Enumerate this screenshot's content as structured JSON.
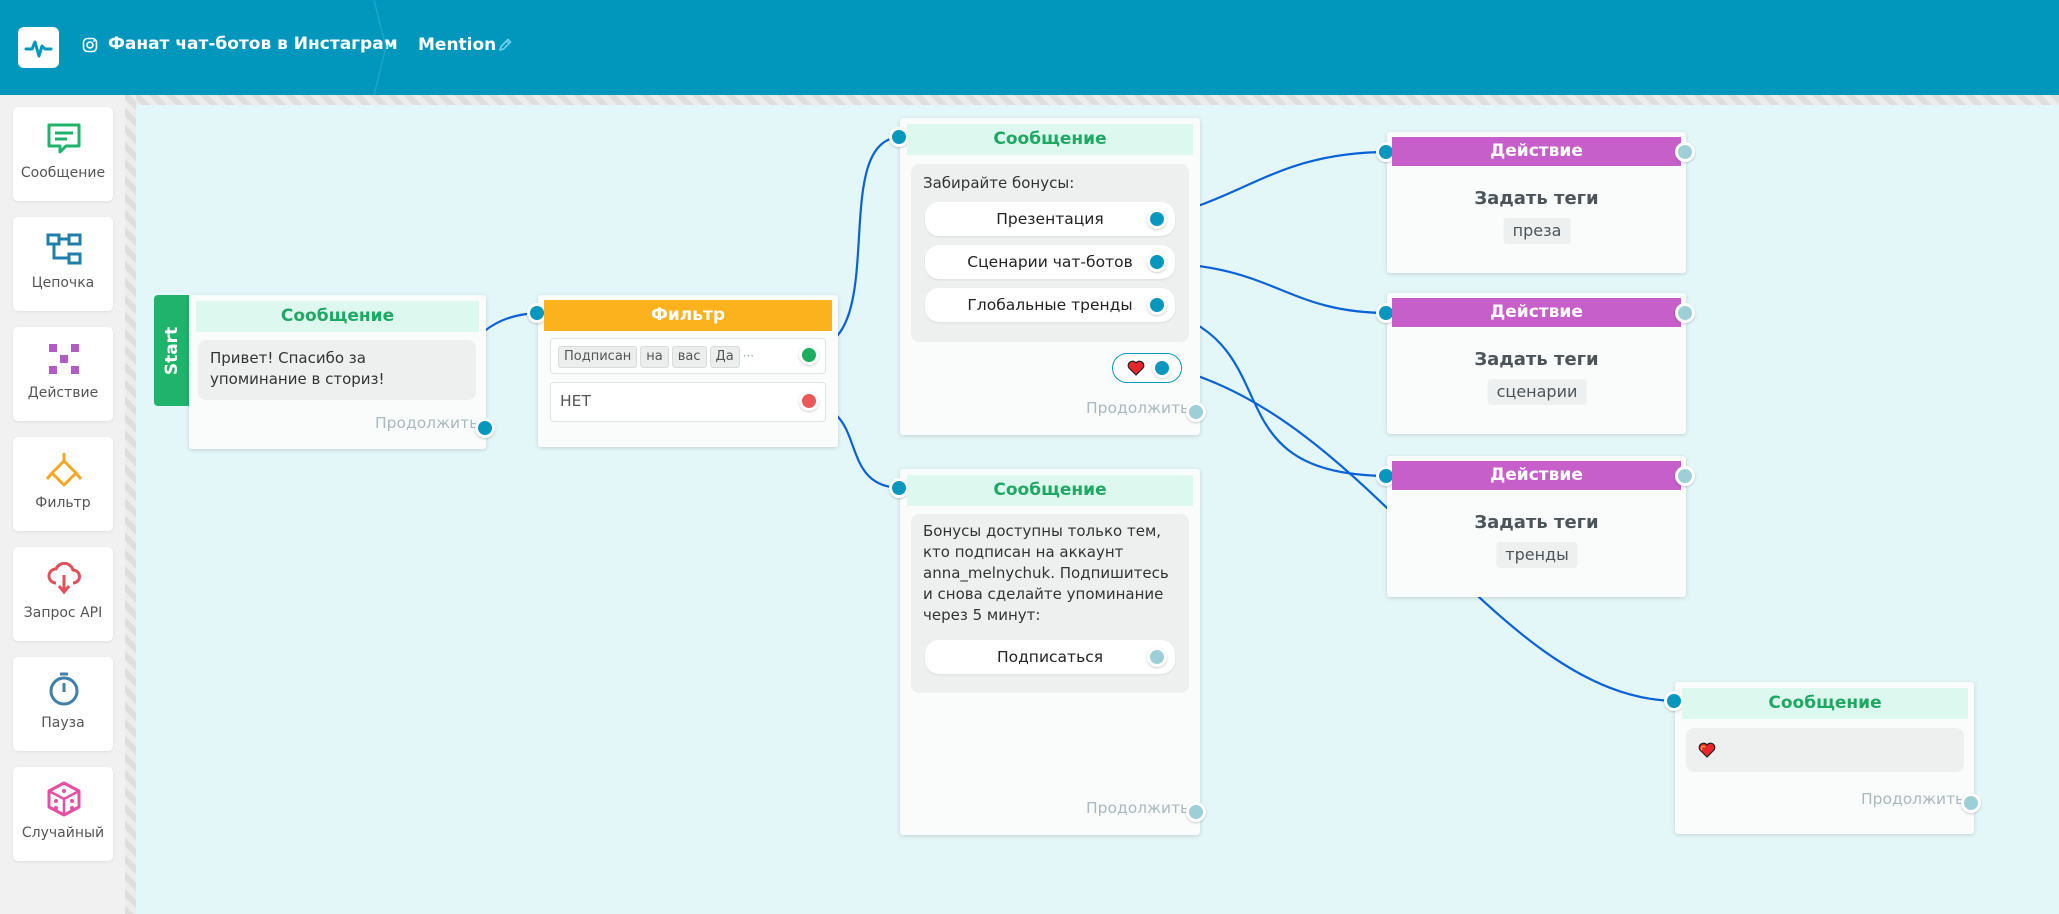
{
  "header": {
    "bot_name": "Фанат чат-ботов в Инстаграм",
    "flow_name": "Mention",
    "bg_color": "#0197bd",
    "icons": [
      "logo-pulse-icon",
      "instagram-icon",
      "pencil-icon"
    ]
  },
  "sidebar": {
    "items": [
      {
        "label": "Сообщение",
        "icon": "message-icon",
        "color": "#1fb36b"
      },
      {
        "label": "Цепочка",
        "icon": "chain-icon",
        "color": "#1f7fa8"
      },
      {
        "label": "Действие",
        "icon": "action-icon",
        "color": "#b25bc7"
      },
      {
        "label": "Фильтр",
        "icon": "filter-icon",
        "color": "#f5a623"
      },
      {
        "label": "Запрос API",
        "icon": "api-icon",
        "color": "#e2505c"
      },
      {
        "label": "Пауза",
        "icon": "stopwatch-icon",
        "color": "#3f7fa8"
      },
      {
        "label": "Случайный",
        "icon": "dice-icon",
        "color": "#e64fa2"
      }
    ]
  },
  "nodes": {
    "start_message": {
      "start_label": "Start",
      "title": "Сообщение",
      "text": "Привет! Спасибо за упоминание в сториз!",
      "continue": "Продолжить"
    },
    "filter": {
      "title": "Фильтр",
      "condition": {
        "field": "Подписан",
        "op": "на",
        "target": "вас",
        "value": "Да",
        "more": "···"
      },
      "else_label": "НЕТ"
    },
    "bonus_message": {
      "title": "Сообщение",
      "text": "Забирайте бонусы:",
      "buttons": [
        "Презентация",
        "Сценарии чат-ботов",
        "Глобальные тренды"
      ],
      "quick_reply": "heart-emoji",
      "continue": "Продолжить"
    },
    "subscribe_message": {
      "title": "Сообщение",
      "text": "Бонусы доступны только тем, кто подписан на аккаунт anna_melnychuk. Подпишитесь и снова сделайте упоминание через 5 минут:",
      "button": "Подписаться",
      "continue": "Продолжить"
    },
    "actions": [
      {
        "title": "Действие",
        "action": "Задать теги",
        "tag": "преза"
      },
      {
        "title": "Действие",
        "action": "Задать теги",
        "tag": "сценарии"
      },
      {
        "title": "Действие",
        "action": "Задать теги",
        "tag": "тренды"
      }
    ],
    "heart_message": {
      "title": "Сообщение",
      "content": "heart-emoji",
      "continue": "Продолжить"
    }
  },
  "colors": {
    "canvas": "#e3f6f8",
    "message_header": "#ddf8ee",
    "message_title": "#1fa864",
    "filter_header": "#fcb21c",
    "action_header": "#c75fcb",
    "port": "#0597bd",
    "wire": "#0a62d8"
  }
}
